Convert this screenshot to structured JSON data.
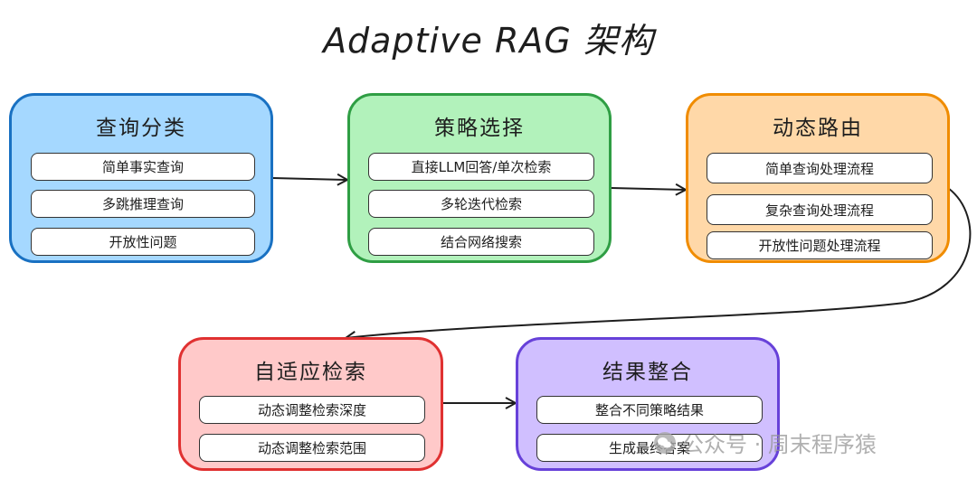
{
  "title": "Adaptive RAG 架构",
  "colors": {
    "blue_fill": "#a5d8ff",
    "blue_stroke": "#1971c2",
    "green_fill": "#b2f2bb",
    "green_stroke": "#2f9e44",
    "orange_fill": "#ffd8a8",
    "orange_stroke": "#f08c00",
    "red_fill": "#ffc9c9",
    "red_stroke": "#e03131",
    "purple_fill": "#d0bfff",
    "purple_stroke": "#6741d9"
  },
  "boxes": {
    "classify": {
      "title": "查询分类",
      "items": [
        "简单事实查询",
        "多跳推理查询",
        "开放性问题"
      ]
    },
    "strategy": {
      "title": "策略选择",
      "items": [
        "直接LLM回答/单次检索",
        "多轮迭代检索",
        "结合网络搜索"
      ]
    },
    "routing": {
      "title": "动态路由",
      "items": [
        "简单查询处理流程",
        "复杂查询处理流程",
        "开放性问题处理流程"
      ]
    },
    "adaptive": {
      "title": "自适应检索",
      "items": [
        "动态调整检索深度",
        "动态调整检索范围"
      ]
    },
    "integrate": {
      "title": "结果整合",
      "items": [
        "整合不同策略结果",
        "生成最终答案"
      ]
    }
  },
  "watermark": {
    "text": "公众号 · 周末程序猿",
    "icon": "wechat-icon"
  }
}
